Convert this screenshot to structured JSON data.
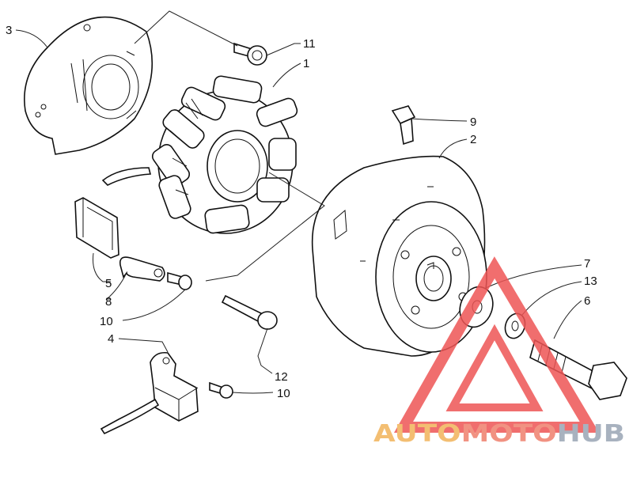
{
  "callouts": {
    "c1": "1",
    "c2": "2",
    "c3": "3",
    "c4": "4",
    "c5": "5",
    "c6": "6",
    "c7": "7",
    "c8": "8",
    "c9": "9",
    "c10a": "10",
    "c10b": "10",
    "c11": "11",
    "c12": "12",
    "c13": "13"
  },
  "watermark": {
    "part1": "AUTO",
    "part2": "MOTO",
    "part3": "HUB",
    "color1": "#f2b35a",
    "color2": "#ef7f6d",
    "color3": "#9aa5b5",
    "triangle_color": "#ee5555"
  }
}
